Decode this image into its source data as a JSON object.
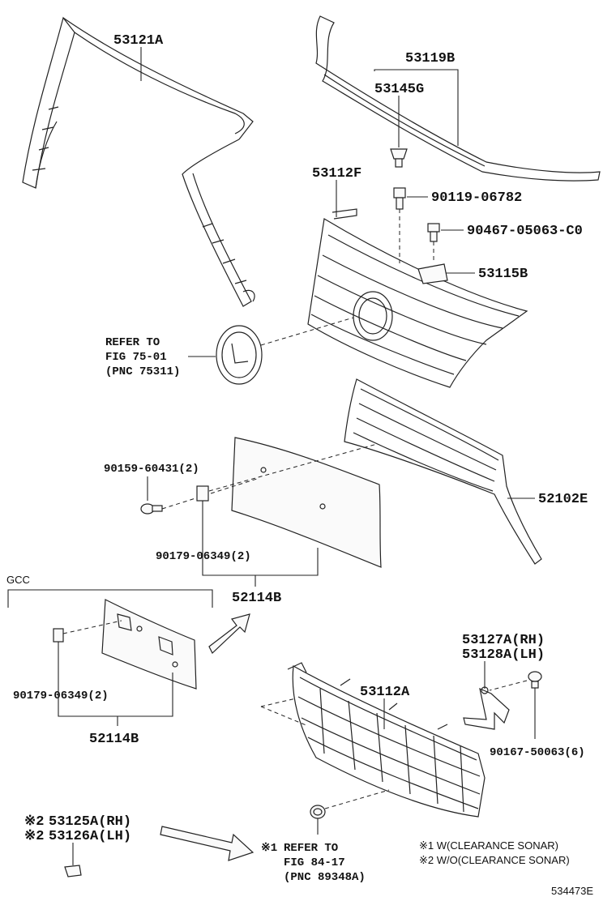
{
  "labels": {
    "p53121A": "53121A",
    "p53119B": "53119B",
    "p53145G": "53145G",
    "p53112F": "53112F",
    "p90119": "90119-06782",
    "p90467": "90467-05063-C0",
    "p53115B": "53115B",
    "refer1_line1": "REFER TO",
    "refer1_line2": "FIG 75-01",
    "refer1_line3": "(PNC 75311)",
    "p90159": "90159-60431(2)",
    "p52102E": "52102E",
    "p90179a": "90179-06349(2)",
    "p52114Ba": "52114B",
    "gcc": "GCC",
    "p90179b": "90179-06349(2)",
    "p52114Bb": "52114B",
    "p53127A": "53127A(RH)",
    "p53128A": "53128A(LH)",
    "p53112A": "53112A",
    "p90167": "90167-50063(6)",
    "p53125A": "53125A(RH)",
    "p53126A": "53126A(LH)",
    "mark2": "※2",
    "mark1": "※1",
    "refer2_line1": "REFER TO",
    "refer2_line2": "FIG 84-17",
    "refer2_line3": "(PNC 89348A)",
    "note1": "※1 W(CLEARANCE SONAR)",
    "note2": "※2 W/O(CLEARANCE SONAR)",
    "figure_id": "534473E"
  }
}
